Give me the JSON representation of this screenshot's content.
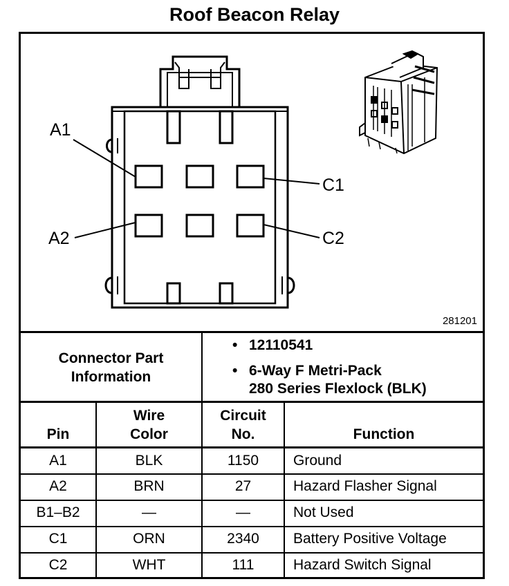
{
  "title": "Roof Beacon Relay",
  "figure_number": "281201",
  "pin_labels": {
    "a1": "A1",
    "a2": "A2",
    "c1": "C1",
    "c2": "C2"
  },
  "connector_info": {
    "label_line1": "Connector Part",
    "label_line2": "Information",
    "bullet": "•",
    "part_number": "12110541",
    "description_line1": "6-Way F Metri-Pack",
    "description_line2": "280 Series Flexlock (BLK)"
  },
  "table": {
    "headers": {
      "pin": "Pin",
      "wire_color_line1": "Wire",
      "wire_color_line2": "Color",
      "circuit_line1": "Circuit",
      "circuit_line2": "No.",
      "function": "Function"
    },
    "rows": [
      {
        "pin": "A1",
        "wire": "BLK",
        "circuit": "1150",
        "function": "Ground"
      },
      {
        "pin": "A2",
        "wire": "BRN",
        "circuit": "27",
        "function": "Hazard Flasher Signal"
      },
      {
        "pin": "B1–B2",
        "wire": "—",
        "circuit": "—",
        "function": "Not Used"
      },
      {
        "pin": "C1",
        "wire": "ORN",
        "circuit": "2340",
        "function": "Battery Positive Voltage"
      },
      {
        "pin": "C2",
        "wire": "WHT",
        "circuit": "111",
        "function": "Hazard Switch Signal"
      }
    ]
  }
}
